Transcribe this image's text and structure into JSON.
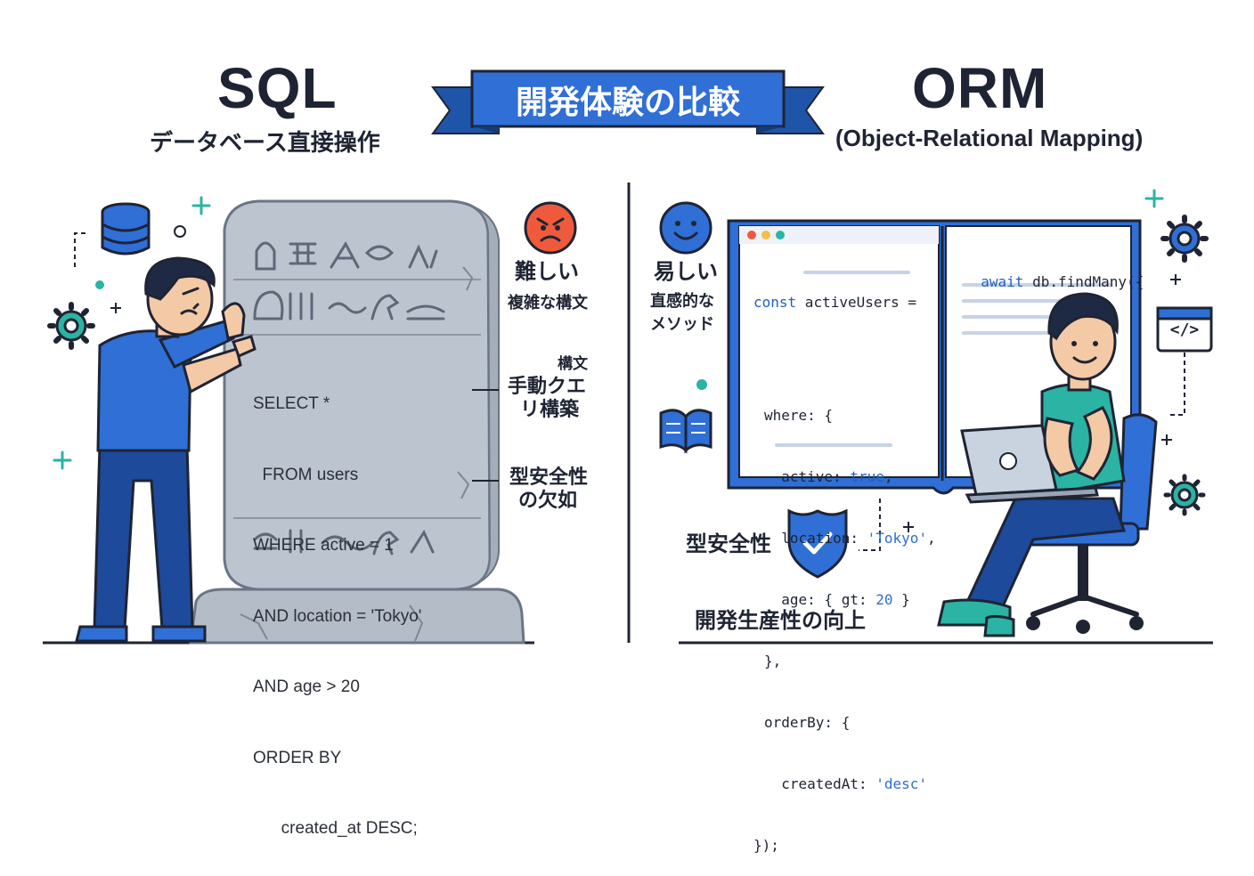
{
  "banner": {
    "text": "開発体験の比較"
  },
  "sql": {
    "title": "SQL",
    "subtitle": "データベース直接操作",
    "code": [
      "SELECT *",
      "  FROM users",
      "WHERE active = 1",
      "AND location = 'Tokyo'",
      "AND age > 20",
      "ORDER BY",
      "      created_at DESC;"
    ],
    "notes": {
      "difficult": "難しい",
      "complex_syntax": "複雑な構文",
      "syntax_label": "構文",
      "manual_query_line1": "手動クエ",
      "manual_query_line2": "リ構築",
      "no_type_safety_line1": "型安全性",
      "no_type_safety_line2": "の欠如"
    }
  },
  "orm": {
    "title": "ORM",
    "subtitle": "(Object-Relational Mapping)",
    "notes": {
      "easy": "易しい",
      "intuitive_line1": "直感的な",
      "intuitive_line2": "メソッド",
      "type_safety": "型安全性",
      "productivity": "開発生産性の向上"
    },
    "code_left": {
      "line1_kw": "const",
      "line1_rest": " activeUsers =",
      "line2": "where: {",
      "line3_key": "  active: ",
      "line3_val": "true",
      "line3_end": ",",
      "line4_key": "  location: ",
      "line4_val": "'Tokyo'",
      "line4_end": ",",
      "line5_key": "  age: { gt: ",
      "line5_val": "20",
      "line5_end": " }",
      "line6": "},",
      "line7": "orderBy: {",
      "line8_key": "  createdAt: ",
      "line8_val": "'desc'",
      "line9": "});"
    },
    "code_right": {
      "kw": "await",
      "rest": " db.findMany({"
    },
    "code_icon": "</>"
  },
  "icons": [
    "database-icon",
    "gear-icon",
    "angry-face-icon",
    "smiley-face-icon",
    "book-icon",
    "shield-check-icon",
    "code-window-icon",
    "sparkle-icon"
  ],
  "colors": {
    "primary_blue": "#2f6fd6",
    "dark_navy": "#1e2433",
    "teal": "#2bb3a3",
    "stone_gray": "#b9c1cc",
    "angry_red": "#f05a3c"
  }
}
